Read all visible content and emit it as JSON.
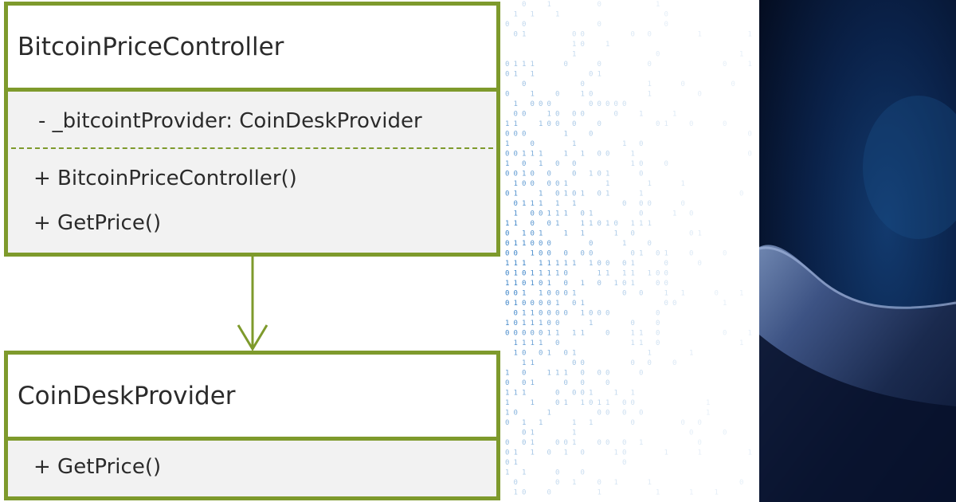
{
  "diagram": {
    "controller_class": {
      "name": "BitcoinPriceController",
      "attributes": [
        "- _bitcointProvider: CoinDeskProvider"
      ],
      "operations": [
        "+ BitcoinPriceController()",
        "+ GetPrice()"
      ]
    },
    "provider_class": {
      "name": "CoinDeskProvider",
      "operations": [
        "+ GetPrice()"
      ]
    },
    "relation": "dependency-arrow"
  },
  "decoration": {
    "binary_pattern": "binary-digits-icon",
    "photo": "hand-photo-icon"
  },
  "colors": {
    "uml_green": "#7e9a2c",
    "binary_blue": "#2e7bc4",
    "photo_dark": "#06122a"
  }
}
